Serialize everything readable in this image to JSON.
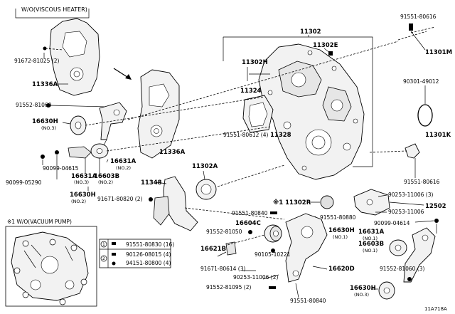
{
  "notes": {
    "viscous": "W/O(VISCOUS HEATER)",
    "vacuum": "※1 W/O(VACUUM PUMP)",
    "figure_code": "11A718A"
  },
  "labels": {
    "l91551_80616_a": "91551-80616",
    "l11301M": "11301M",
    "l11302": "11302",
    "l11302E": "11302E",
    "l11302H": "11302H",
    "l90301": "90301-49012",
    "l11324": "11324",
    "l91672": "91672-81025 (2)",
    "l11336A_a": "11336A",
    "l91552_81060_a": "91552-81060",
    "l16630H_a": "16630H",
    "l16630H_a_sub": "(NO.3)",
    "l91551_80612": "91551-80612 (4)",
    "l11328": "11328",
    "l11301K": "11301K",
    "l11336A_b": "11336A",
    "l16631A_a": "16631A",
    "l16631A_a_sub": "(NO.2)",
    "l90099_04615": "90099-04615",
    "l16631A_b": "16631A",
    "l16631A_b_sub": "(NO.3)",
    "l16603B_a": "16603B",
    "l16603B_a_sub": "(NO.2)",
    "l90099_05290": "90099-05290",
    "l16630H_b": "16630H",
    "l16630H_b_sub": "(NO.2)",
    "l11302A": "11302A",
    "l91551_80616_b": "91551-80616",
    "l11348": "11348",
    "l90253_11006_3": "90253-11006 (3)",
    "l91671_80820": "91671-80820 (2)",
    "l11302R": "※1 11302R",
    "l12502": "12502",
    "l90253_11006": "90253-11006",
    "l91551_80840_a": "91551-80840",
    "l91551_80880": "91551-80880",
    "l16604C": "16604C",
    "l90099_04614": "90099-04614",
    "l91552_81050": "91552-81050",
    "l16630H_c": "16630H",
    "l16630H_c_sub": "(NO.1)",
    "l16631A_c": "16631A",
    "l16631A_c_sub": "(NO.1)",
    "l16603B_b": "16603B",
    "l16603B_b_sub": "(NO.1)",
    "l16621B": "16621B",
    "l90105_10221": "90105-10221",
    "l91671_80614": "91671-80614 (3)",
    "l16620D": "16620D",
    "l90253_11006_2": "90253-11006 (2)",
    "l91552_81060_3": "91552-81060 (3)",
    "l91552_81095": "91552-81095 (2)",
    "l91551_80840_b": "91551-80840",
    "l16630H_d": "16630H",
    "l16630H_d_sub": "(NO.3)"
  },
  "legend": {
    "row1": "91551-80830 (16)",
    "row2a": "90126-08015 (4)",
    "row2b": "94151-80800 (4)",
    "marker1": "1",
    "marker2": "2"
  },
  "colors": {
    "line": "#000000",
    "part_fill": "#f2f2f2",
    "background": "#ffffff"
  }
}
